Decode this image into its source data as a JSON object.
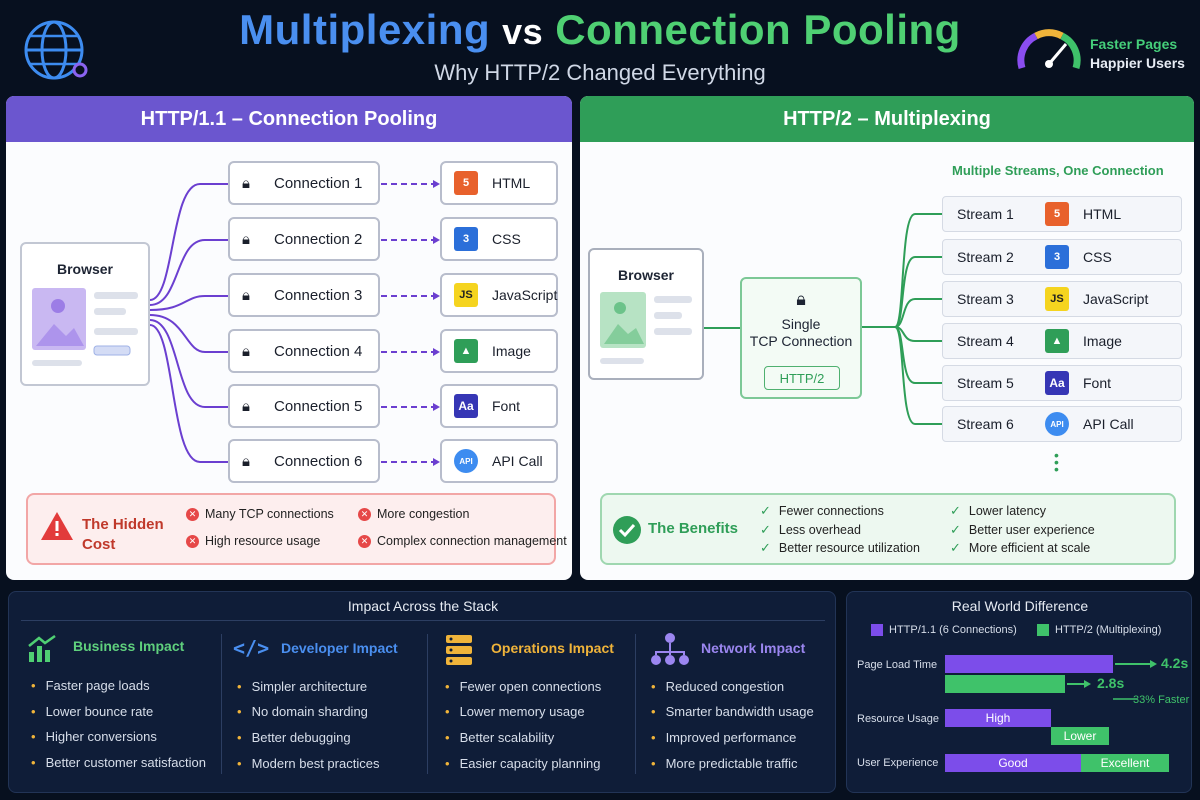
{
  "header": {
    "title_a": "Multiplexing",
    "title_vs": "vs",
    "title_b": "Connection Pooling",
    "subtitle": "Why HTTP/2 Changed Everything",
    "badge_line1": "Faster Pages",
    "badge_line2": "Happier Users"
  },
  "left": {
    "title": "HTTP/1.1 – Connection Pooling",
    "browser": "Browser",
    "connections": [
      "Connection 1",
      "Connection 2",
      "Connection 3",
      "Connection 4",
      "Connection 5",
      "Connection 6"
    ],
    "resources": [
      "HTML",
      "CSS",
      "JavaScript",
      "Image",
      "Font",
      "API Call"
    ],
    "cost_title_1": "The Hidden",
    "cost_title_2": "Cost",
    "costs": [
      "Many TCP connections",
      "More congestion",
      "High resource usage",
      "Complex connection management"
    ]
  },
  "right": {
    "title": "HTTP/2 – Multiplexing",
    "streams_caption": "Multiple Streams, One Connection",
    "browser": "Browser",
    "tcp_line1": "Single",
    "tcp_line2": "TCP Connection",
    "tcp_badge": "HTTP/2",
    "streams": [
      "Stream 1",
      "Stream 2",
      "Stream 3",
      "Stream 4",
      "Stream 5",
      "Stream 6"
    ],
    "resources": [
      "HTML",
      "CSS",
      "JavaScript",
      "Image",
      "Font",
      "API Call"
    ],
    "benefits_title": "The Benefits",
    "benefits": [
      "Fewer connections",
      "Lower latency",
      "Less overhead",
      "Better user experience",
      "Better resource utilization",
      "More efficient at scale"
    ]
  },
  "icons": {
    "html": "5",
    "css": "3",
    "js": "JS",
    "font": "Aa",
    "api": "API"
  },
  "impact": {
    "title": "Impact Across the Stack",
    "columns": [
      {
        "title": "Business Impact",
        "color": "#5fd07d",
        "items": [
          "Faster page loads",
          "Lower bounce rate",
          "Higher conversions",
          "Better customer satisfaction"
        ]
      },
      {
        "title": "Developer Impact",
        "color": "#4a8ff0",
        "items": [
          "Simpler architecture",
          "No domain sharding",
          "Better debugging",
          "Modern best practices"
        ]
      },
      {
        "title": "Operations Impact",
        "color": "#f0b43a",
        "items": [
          "Fewer open connections",
          "Lower memory usage",
          "Better scalability",
          "Easier capacity planning"
        ]
      },
      {
        "title": "Network Impact",
        "color": "#9b86f0",
        "items": [
          "Reduced congestion",
          "Smarter bandwidth usage",
          "Improved performance",
          "More predictable traffic"
        ]
      }
    ]
  },
  "real_world": {
    "title": "Real World Difference",
    "legend_a": "HTTP/1.1 (6 Connections)",
    "legend_b": "HTTP/2 (Multiplexing)",
    "color_a": "#7c4dea",
    "color_b": "#3fc26a",
    "metric_1": "Page Load Time",
    "metric_2": "Resource Usage",
    "metric_3": "User Experience",
    "load_a": "4.2s",
    "load_b": "2.8s",
    "faster": "33% Faster",
    "usage_a": "High",
    "usage_b": "Lower",
    "ux_a": "Good",
    "ux_b": "Excellent"
  }
}
